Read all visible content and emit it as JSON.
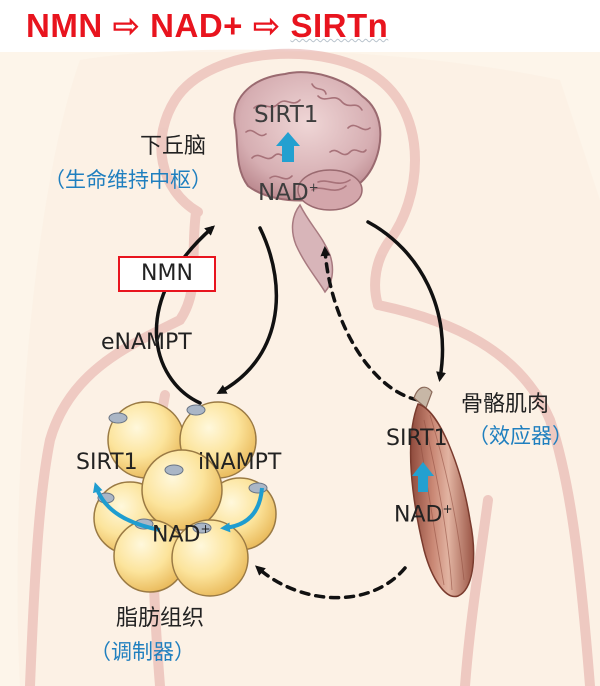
{
  "title": {
    "part1": "NMN",
    "arrow1": "⇨",
    "part2": "NAD+",
    "arrow2": "⇨",
    "part3": "SIRTn"
  },
  "brain": {
    "sirt": "SIRT1",
    "nad": "NAD",
    "nad_sup": "+",
    "name": "下丘脑",
    "role": "（生命维持中枢）"
  },
  "pathway": {
    "nmn": "NMN",
    "enampt": "eNAMPT"
  },
  "muscle": {
    "name": "骨骼肌肉",
    "role": "（效应器）",
    "sirt": "SIRT1",
    "nad": "NAD",
    "nad_sup": "+"
  },
  "adipose": {
    "sirt": "SIRT1",
    "inampt": "iNAMPT",
    "nad": "NAD",
    "nad_sup": "+",
    "name": "脂肪组织",
    "role": "（调制器）"
  },
  "colors": {
    "title_red": "#e8141e",
    "role_blue": "#1f7fbf",
    "accent_cyan": "#23a0d0",
    "brain_pink": "#c9969d",
    "fat_yellow": "#fbe29a",
    "muscle_brown": "#b2705e",
    "body_outline": "#e3aaa5"
  }
}
